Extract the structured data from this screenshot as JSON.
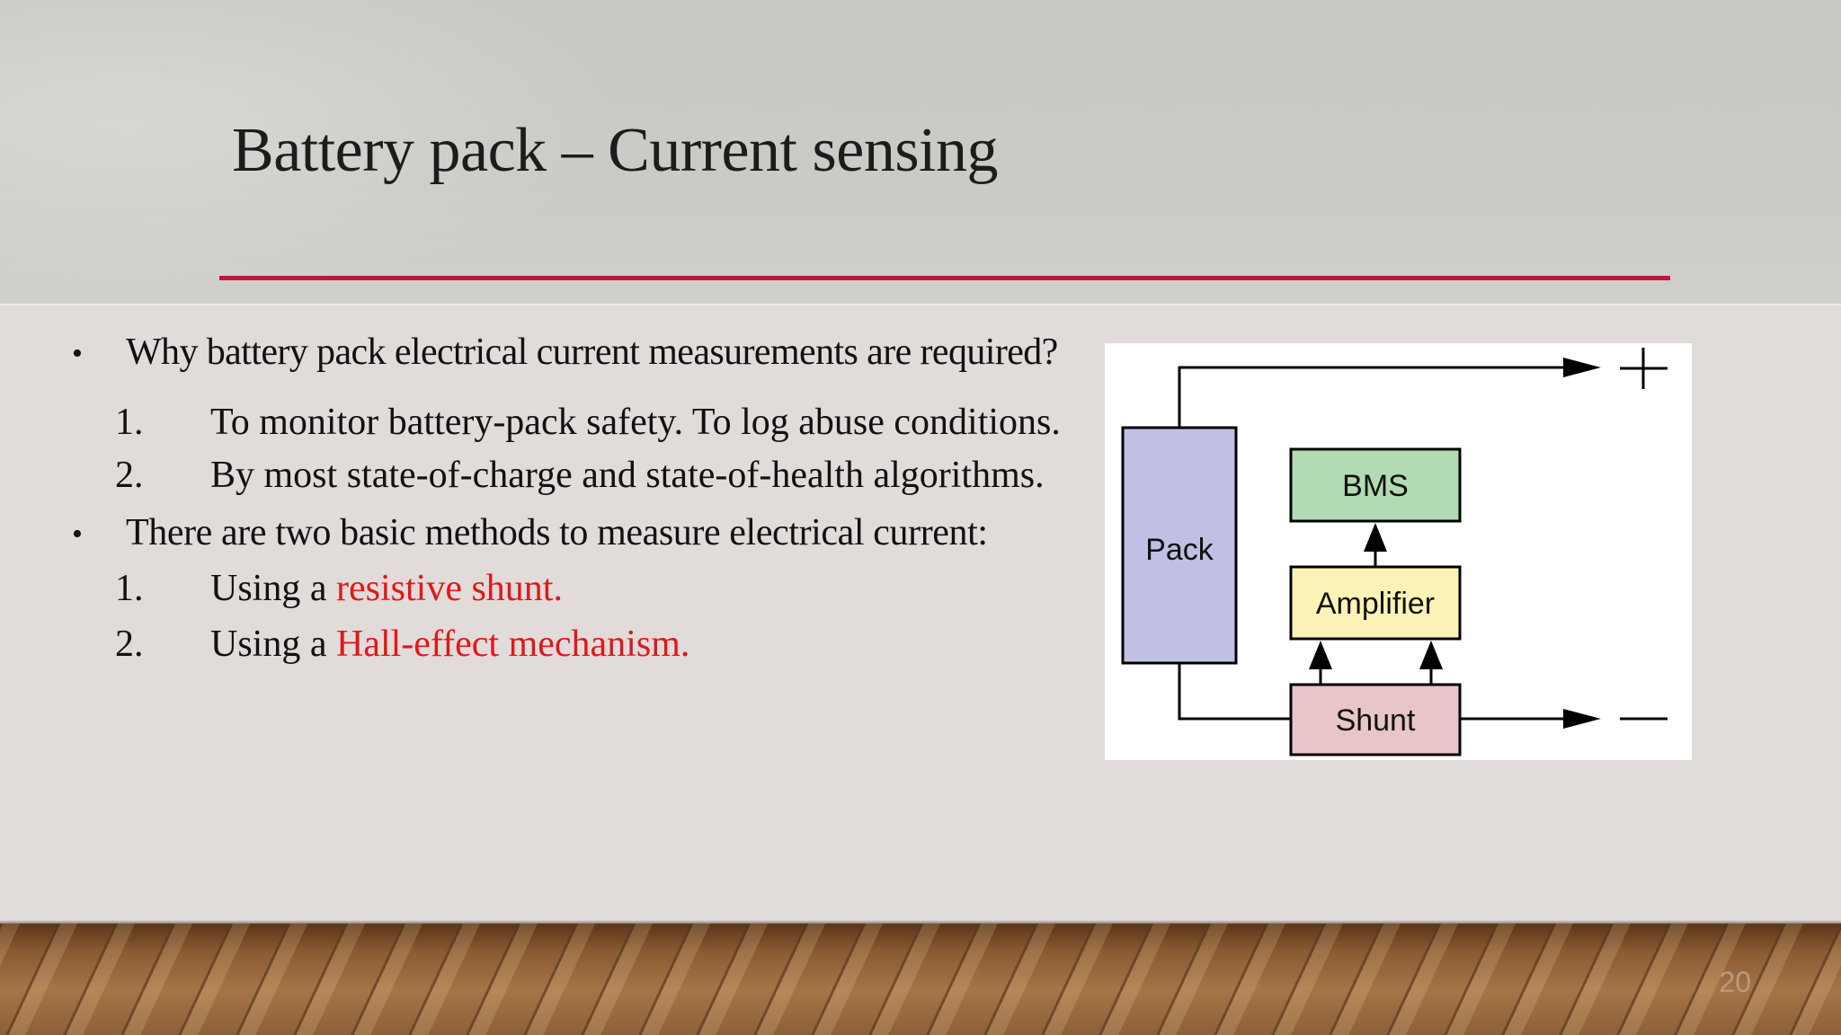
{
  "slide": {
    "title": "Battery pack – Current sensing",
    "page_number": "20"
  },
  "colors": {
    "accent_rule": "#c0163b",
    "highlight_text": "#e01818",
    "pack_fill": "#bfc0e4",
    "bms_fill": "#b2dbb3",
    "amplifier_fill": "#fbf3b6",
    "shunt_fill": "#e8c5c7"
  },
  "content": {
    "bullet1": "Why battery pack electrical current measurements are required?",
    "bullet1_items": [
      {
        "num": "1.",
        "text": "To monitor battery-pack safety. To log abuse conditions."
      },
      {
        "num": "2.",
        "text": "By most state-of-charge and state-of-health algorithms."
      }
    ],
    "bullet2": "There are two basic methods to measure electrical current:",
    "bullet2_items": [
      {
        "num": "1.",
        "prefix": "Using a ",
        "highlight": "resistive shunt."
      },
      {
        "num": "2.",
        "prefix": "Using a ",
        "highlight": "Hall-effect mechanism."
      }
    ]
  },
  "diagram": {
    "pack_label": "Pack",
    "bms_label": "BMS",
    "amplifier_label": "Amplifier",
    "shunt_label": "Shunt",
    "plus_terminal": "+",
    "minus_terminal": "−"
  }
}
